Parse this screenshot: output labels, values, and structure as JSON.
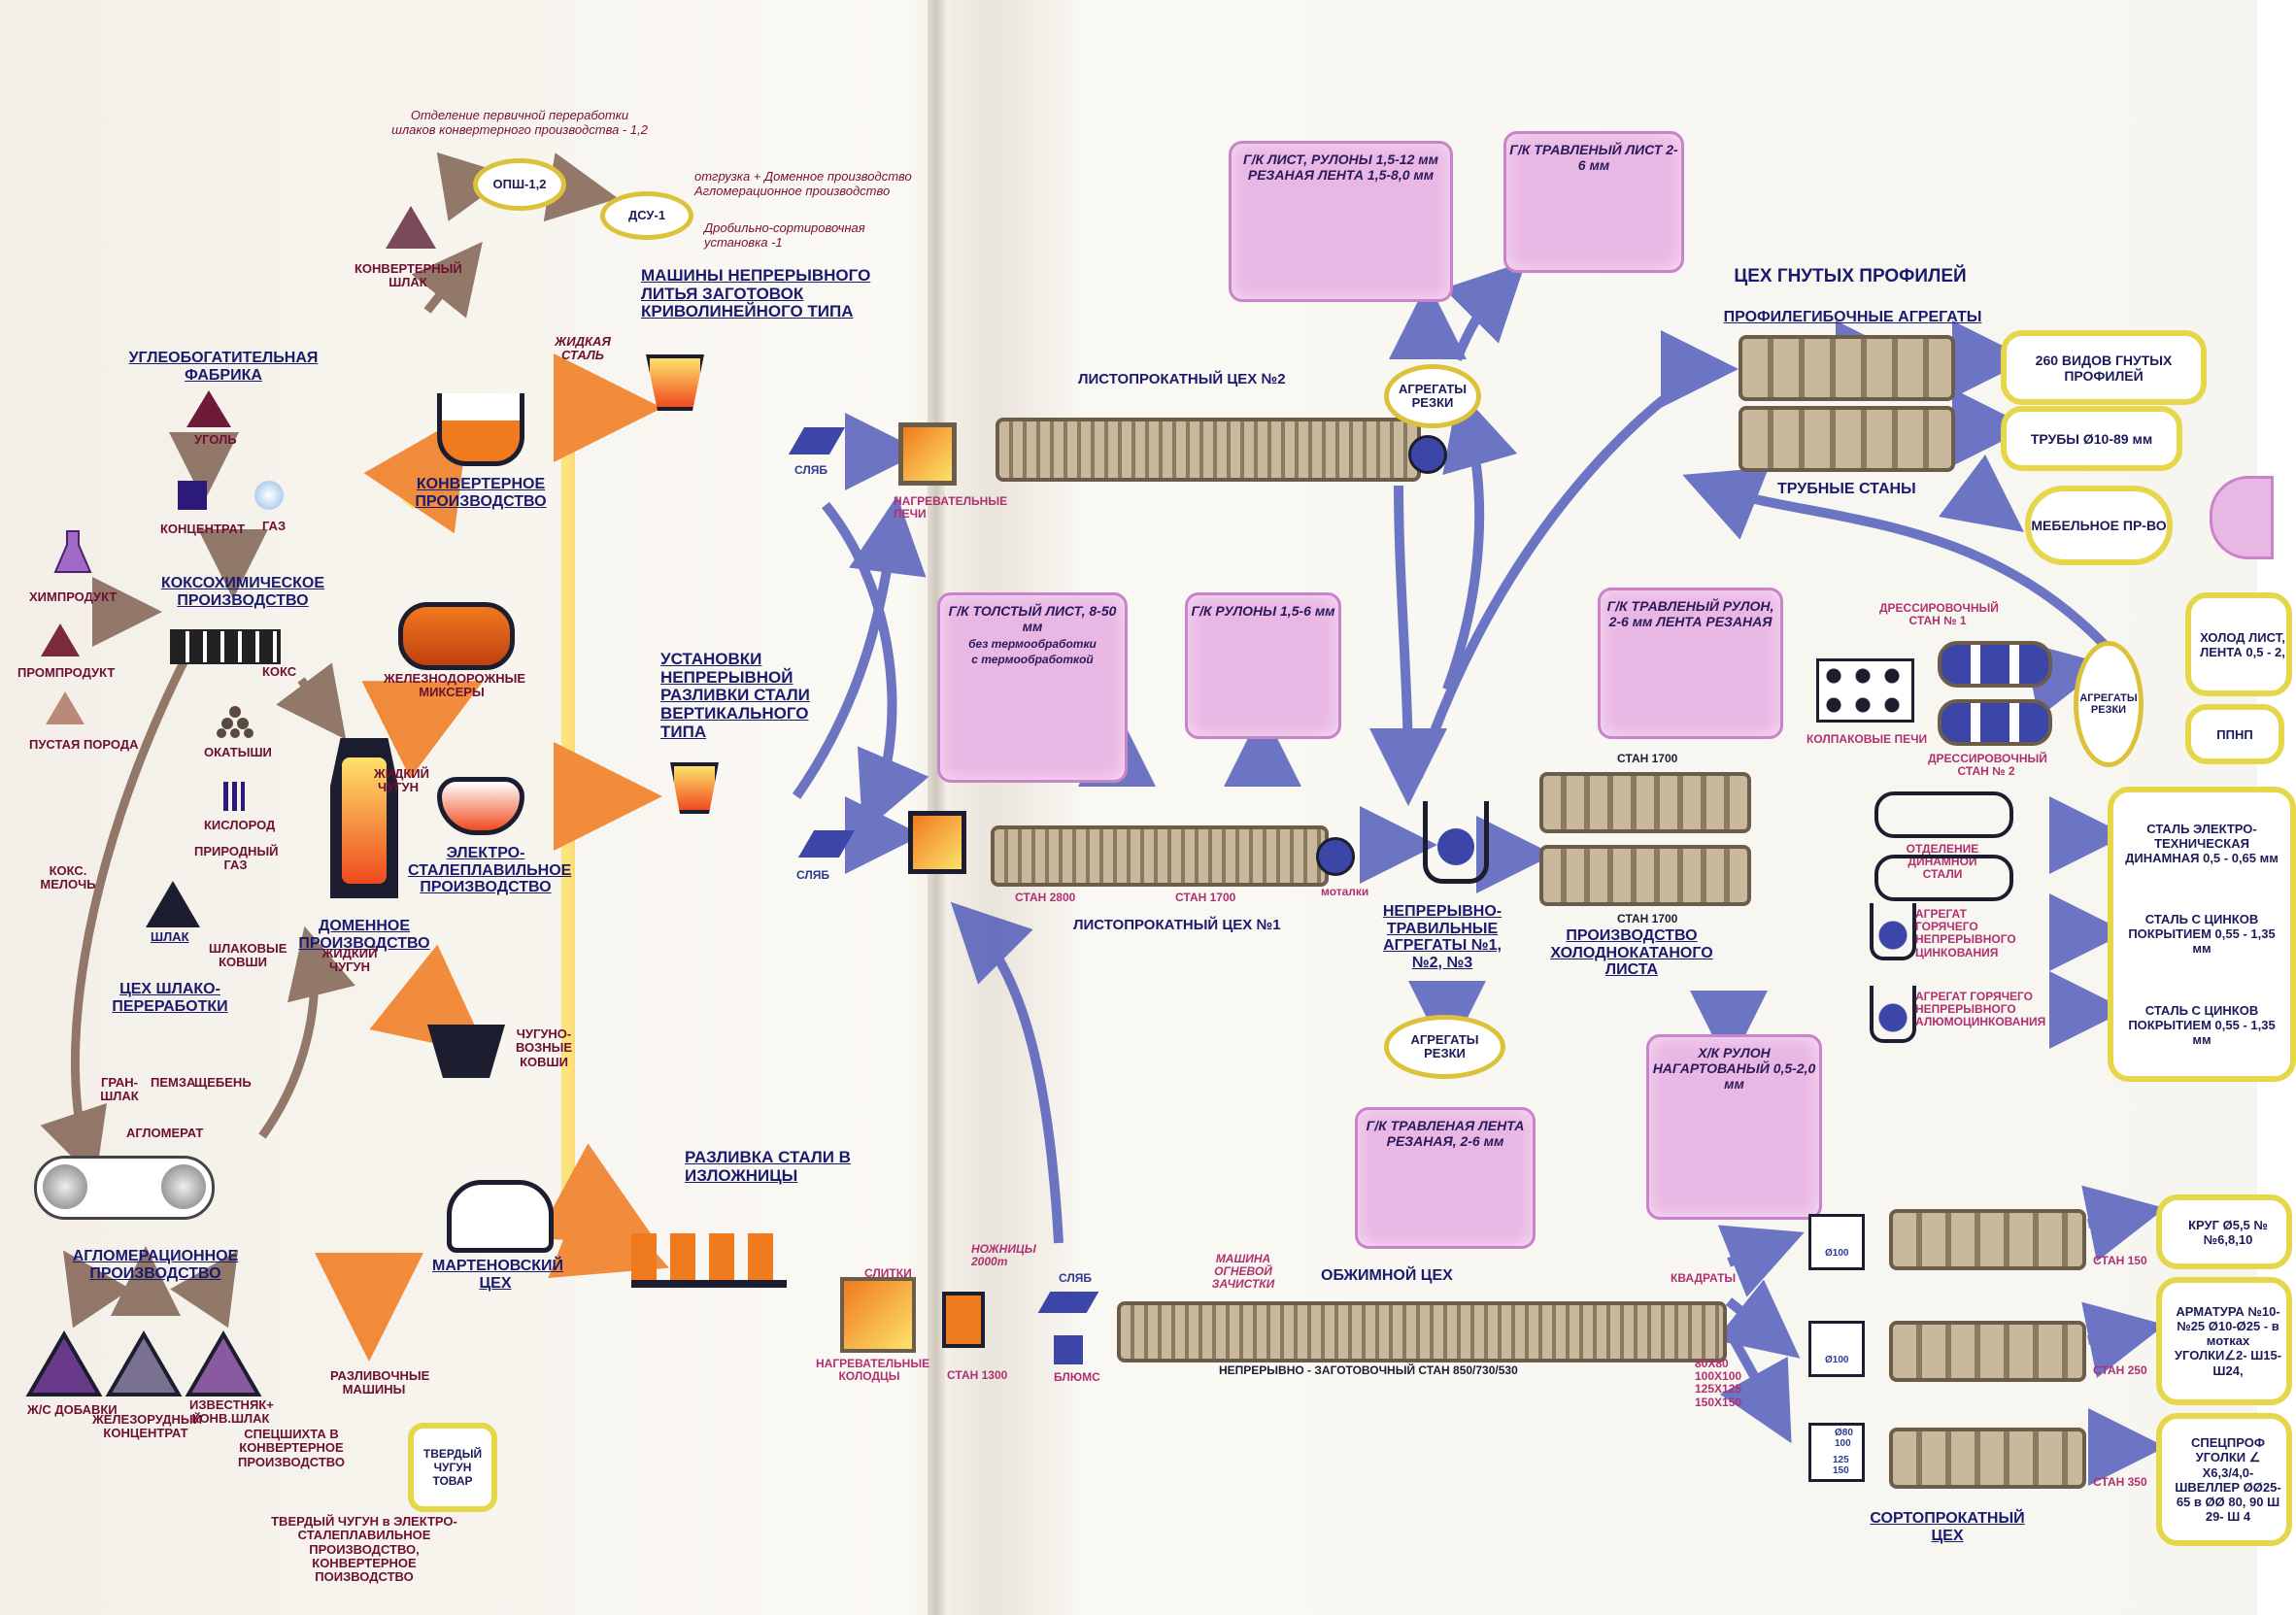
{
  "colors": {
    "blue": "#3b46a8",
    "orange": "#f07a1e",
    "brown": "#7a5a48",
    "pink": "#e9b7e4",
    "yellow": "#e6d64a",
    "navy": "#1a1a6e",
    "maroon": "#6e0f32"
  },
  "left": {
    "ugle_title": "УГЛЕОБОГАТИТЕЛЬНАЯ ФАБРИКА",
    "ugol": "УГОЛЬ",
    "koncentrat": "КОНЦЕНТРАТ",
    "gaz": "ГАЗ",
    "koks_title": "КОКСОХИМИЧЕСКОЕ ПРОИЗВОДСТВО",
    "himprodukt": "ХИМПРОДУКТ",
    "promprodukt": "ПРОМПРОДУКТ",
    "pustaya": "ПУСТАЯ ПОРОДА",
    "koks": "КОКС",
    "okatyshi": "ОКАТЫШИ",
    "kislorod": "КИСЛОРОД",
    "prirodny": "ПРИРОДНЫЙ ГАЗ",
    "koks_melochi": "КОКС. МЕЛОЧЬ",
    "shlak": "ШЛАК",
    "shlak_kovshi": "ШЛАКОВЫЕ КОВШИ",
    "ceh_shlako": "ЦЕХ ШЛАКО- ПЕРЕРАБОТКИ",
    "granshlak": "ГРАН- ШЛАК",
    "pemza": "ПЕМЗА",
    "scheben": "ЩЕБЕНЬ",
    "aglomerat": "АГЛОМЕРАТ",
    "aglo_title": "АГЛОМЕРАЦИОННОЕ ПРОИЗВОДСТВО",
    "zs_dobavki": "Ж/С ДОБАВКИ",
    "zhelezo": "ЖЕЛЕЗОРУДНЫЙ КОНЦЕНТРАТ",
    "izvestnyak": "ИЗВЕСТНЯК+ КОНВ.ШЛАК",
    "domennoe": "ДОМЕННОЕ ПРОИЗВОДСТВО",
    "zhidky_chugun": "ЖИДКИЙ ЧУГУН",
    "zhidky_chugun2": "ЖИДКИЙ ЧУГУН",
    "konv_shlak": "КОНВЕРТЕРНЫЙ ШЛАК",
    "opsh": "ОПШ-1,2",
    "dsu": "ДСУ-1",
    "opsh_note": "Отделение первичной переработки шлаков конвертерного производства - 1,2",
    "otgruzka": "отгрузка + Доменное производство Агломерационное производство",
    "dsu_note": "Дробильно-сортировочная установка -1",
    "konverternoe": "КОНВЕРТЕРНОЕ ПРОИЗВОДСТВО",
    "mixery": "ЖЕЛЕЗНОДОРОЖНЫЕ МИКСЕРЫ",
    "elektro": "ЭЛЕКТРО- СТАЛЕПЛАВИЛЬНОЕ ПРОИЗВОДСТВО",
    "chuguno": "ЧУГУНО- ВОЗНЫЕ КОВШИ",
    "marten": "МАРТЕНОВСКИЙ ЦЕХ",
    "razliv_mash": "РАЗЛИВОЧНЫЕ МАШИНЫ",
    "specshihta": "СПЕЦШИХТА В КОНВЕРТЕРНОЕ ПРОИЗВОДСТВО",
    "tverdy_tovar": "ТВЕРДЫЙ ЧУГУН ТОВАР",
    "tverdy_note": "ТВЕРДЫЙ ЧУГУН в ЭЛЕКТРО- СТАЛЕПЛАВИЛЬНОЕ ПРОИЗВОДСТВО, КОНВЕРТЕРНОЕ ПОИЗВОДСТВО",
    "zhidkaya_stal": "ЖИДКАЯ СТАЛЬ",
    "mnlz1": "МАШИНЫ НЕПРЕРЫВНОГО ЛИТЬЯ ЗАГОТОВОК КРИВОЛИНЕЙНОГО ТИПА",
    "mnlz2": "УСТАНОВКИ НЕПРЕРЫВНОЙ РАЗЛИВКИ СТАЛИ ВЕРТИКАЛЬНОГО ТИПА",
    "razlivka": "РАЗЛИВКА СТАЛИ В ИЗЛОЖНИЦЫ"
  },
  "right": {
    "slyab": "СЛЯБ",
    "nagrev_pechi": "НАГРЕВАТЕЛЬНЫЕ ПЕЧИ",
    "nagrev_kolodcy": "НАГРЕВАТЕЛЬНЫЕ КОЛОДЦЫ",
    "slitki": "СЛИТКИ",
    "list2": "ЛИСТОПРОКАТНЫЙ ЦЕХ №2",
    "list1": "ЛИСТОПРОКАТНЫЙ ЦЕХ №1",
    "stan2800": "СТАН 2800",
    "stan1700a": "СТАН 1700",
    "motalki": "моталки",
    "gk_list": "Г/К ЛИСТ, РУЛОНЫ 1,5-12 мм РЕЗАНАЯ ЛЕНТА 1,5-8,0 мм",
    "gk_travl": "Г/К ТРАВЛЕНЫЙ ЛИСТ 2-6 мм",
    "agr_rezki": "АГРЕГАТЫ РЕЗКИ",
    "gk_tolsty": "Г/К ТОЛСТЫЙ ЛИСТ, 8-50 мм",
    "bez_term": "без термообработки",
    "s_term": "с термообработкой",
    "gk_rulony": "Г/К РУЛОНЫ 1,5-6 мм",
    "gk_travl_rulon": "Г/К ТРАВЛЕНЫЙ РУЛОН, 2-6 мм ЛЕНТА РЕЗАНАЯ",
    "neprer_travl": "НЕПРЕРЫВНО- ТРАВИЛЬНЫЕ АГРЕГАТЫ №1, №2, №3",
    "agr_rezki2": "АГРЕГАТЫ РЕЗКИ",
    "gk_travl_lenta": "Г/К ТРАВЛЕНАЯ ЛЕНТА РЕЗАНАЯ, 2-6 мм",
    "stan1700b": "СТАН 1700",
    "stan1700c": "СТАН 1700",
    "holodno": "ПРОИЗВОДСТВО ХОЛОДНОКАТАНОГО ЛИСТА",
    "hk_rulon": "Х/К РУЛОН НАГАРТОВАНЫЙ 0,5-2,0 мм",
    "ceh_gnutyh": "ЦЕХ ГНУТЫХ ПРОФИЛЕЙ",
    "profile_agr": "ПРОФИЛЕГИБОЧНЫЕ АГРЕГАТЫ",
    "trubnye": "ТРУБНЫЕ СТАНЫ",
    "vidov": "260 ВИДОВ ГНУТЫХ ПРОФИЛЕЙ",
    "truby": "ТРУБЫ Ø10-89 мм",
    "mebel": "МЕБЕЛЬНОЕ ПР-ВО",
    "dress1": "ДРЕССИРОВОЧНЫЙ СТАН № 1",
    "dress2": "ДРЕССИРОВОЧНЫЙ СТАН № 2",
    "kolpak": "КОЛПАКОВЫЕ ПЕЧИ",
    "agr_rezki3": "АГРЕГАТЫ РЕЗКИ",
    "otdel_din": "ОТДЕЛЕНИЕ ДИНАМНОЙ СТАЛИ",
    "agr_cink": "АГРЕГАТ ГОРЯЧЕГО НЕПРЕРЫВНОГО ЦИНКОВАНИЯ",
    "agr_alum": "АГРЕГАТ ГОРЯЧЕГО НЕПРЕРЫВНОГО АЛЮМОЦИНКОВАНИЯ",
    "holod_list": "ХОЛОД ЛИСТ, ЛЕНТА 0,5 - 2,",
    "ppnp": "ППНП",
    "stal_din": "СТАЛЬ ЭЛЕКТРО- ТЕХНИЧЕСКАЯ ДИНАМНАЯ 0,5 - 0,65 мм",
    "stal_cink": "СТАЛЬ С ЦИНКОВ ПОКРЫТИЕМ 0,55 - 1,35 мм",
    "stal_cink2": "СТАЛЬ С ЦИНКОВ ПОКРЫТИЕМ 0,55 - 1,35 мм",
    "obzhimnoy": "ОБЖИМНОЙ ЦЕХ",
    "nozhnicy": "НОЖНИЦЫ 2000т",
    "mash_ogn": "МАШИНА ОГНЕВОЙ ЗАЧИСТКИ",
    "stan1300": "СТАН 1300",
    "blums": "БЛЮМС",
    "slyab2": "СЛЯБ",
    "neprer_zag": "НЕПРЕРЫВНО - ЗАГОТОВОЧНЫЙ СТАН 850/730/530",
    "kvadraty": "КВАДРАТЫ",
    "razmery": "80X80 100X100 125X125 150X150",
    "sortoprokat": "СОРТОПРОКАТНЫЙ ЦЕХ",
    "stan150": "СТАН 150",
    "stan250": "СТАН 250",
    "stan350": "СТАН 350",
    "krug": "КРУГ Ø5,5 №№6,8,10",
    "armatura": "АРМАТУРА №10-№25 Ø10-Ø25 - в мотках УГОЛКИ∠2- Ш15-Ш24,",
    "specprof": "СПЕЦПРОФ УГОЛКИ ∠ X6,3/4,0- ШВЕЛЛЕР ØØ25-65 в ØØ 80, 90 Ш 29- Ш 4",
    "d100a": "Ø100",
    "d100b": "Ø100",
    "d80": "Ø80 100",
    "d125": "125 150"
  }
}
